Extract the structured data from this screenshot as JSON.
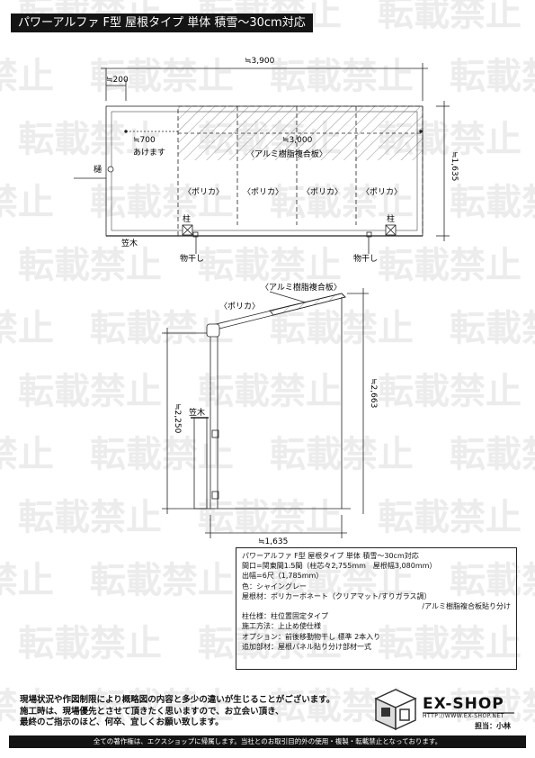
{
  "title": "パワーアルファ F型 屋根タイプ 単体 積雪～30cm対応",
  "watermark": "転載禁止",
  "plan": {
    "dim_total_width": "≒3,900",
    "dim_offset": "≒200",
    "dim_roof_width": "≒3,000",
    "dim_gap": "≒700",
    "gap_note": "あけます",
    "dim_depth": "≒1,635",
    "label_panel_band": "〈アルミ樹脂複合板〉",
    "label_poly": [
      "〈ポリカ〉",
      "〈ポリカ〉",
      "〈ポリカ〉",
      "〈ポリカ〉"
    ],
    "label_post_left": "柱",
    "label_post_right": "柱",
    "label_gutter": "樋",
    "label_kasagi": "笠木",
    "label_dryer_left": "物干し",
    "label_dryer_right": "物干し"
  },
  "section": {
    "label_panel": "〈アルミ樹脂複合板〉",
    "label_poly": "〈ポリカ〉",
    "label_kasagi": "笠木",
    "dim_post_height": "≒2,250",
    "dim_total_height": "≒2,663",
    "dim_depth": "≒1,635"
  },
  "spec_lines": [
    "パワーアルファ F型 屋根タイプ 単体 積雪～30cm対応",
    "間口=関東間1.5間（柱芯々2,755mm　屋根幅3,080mm）",
    "出幅=6尺（1,785mm）",
    "色：シャイングレー",
    "屋根材：ポリカーボネート（クリアマット/すりガラス調）",
    "/アルミ樹脂複合板貼り分け",
    "柱仕様：柱位置固定タイプ",
    "施工方法：上止め使仕様",
    "オプション：前後移動物干し 標準 2本入り",
    "追加部材：屋根パネル貼り分け部材一式"
  ],
  "notice_lines": [
    "現場状況や作図制限により概略図の内容と多少の違いが生じることがございます。",
    "施工時は、現場優先とさせて頂きたく思いますので、お立会い頂き、",
    "最終のご指示のほど、何卒、宜しくお願い致します。"
  ],
  "logo_text": "EX-SHOP",
  "logo_url": "HTTP://WWW.EX-SHOP.NET",
  "charge": "担当：小林",
  "footer": "全ての著作権は、エクスショップに帰属します。当社とのお取引目的外の使用・複製・転載禁止となっております。"
}
